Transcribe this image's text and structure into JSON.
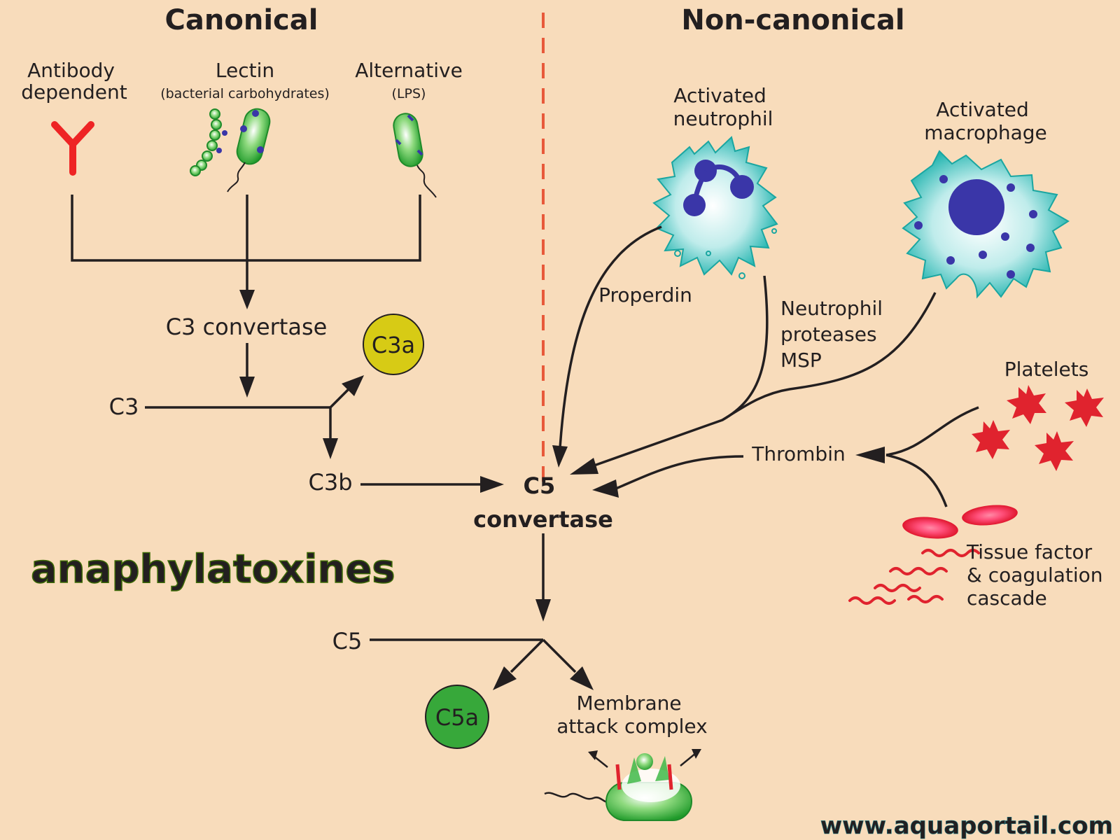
{
  "headings": {
    "left": "Canonical",
    "right": "Non-canonical"
  },
  "pathways": {
    "antibody": [
      "Antibody",
      "dependent"
    ],
    "lectin": {
      "title": "Lectin",
      "sub": "(bacterial carbohydrates)"
    },
    "alternative": {
      "title": "Alternative",
      "sub": "(LPS)"
    }
  },
  "cells": {
    "neutrophil": [
      "Activated",
      "neutrophil"
    ],
    "macrophage": [
      "Activated",
      "macrophage"
    ]
  },
  "nodes": {
    "c3_convertase": "C3 convertase",
    "c3": "C3",
    "c3a": "C3a",
    "c3b": "C3b",
    "c5_convertase": [
      "C5",
      "convertase"
    ],
    "c5": "C5",
    "c5a": "C5a",
    "mac": [
      "Membrane",
      "attack complex"
    ]
  },
  "edges": {
    "properdin": "Properdin",
    "neutrophil_proteases": [
      "Neutrophil",
      "proteases",
      "MSP"
    ],
    "thrombin": "Thrombin"
  },
  "sources": {
    "platelets": "Platelets",
    "tissue_factor": [
      "Tissue factor",
      "& coagulation",
      "cascade"
    ]
  },
  "overlay": "anaphylatoxines",
  "watermark": "www.aquaportail.com",
  "colors": {
    "background": "#f8dcbb",
    "divider": "#e8593a",
    "antibody": "#ee2424",
    "bacteria_green": "#35b23a",
    "c3a_fill": "#d7cb15",
    "c5a_fill": "#37a83a",
    "cell_teal": "#22b5b0",
    "nucleus": "#3a36a8",
    "platelet_red": "#e0232e",
    "overlay_green": "#7fc41e",
    "watermark": "#43c3cf"
  }
}
